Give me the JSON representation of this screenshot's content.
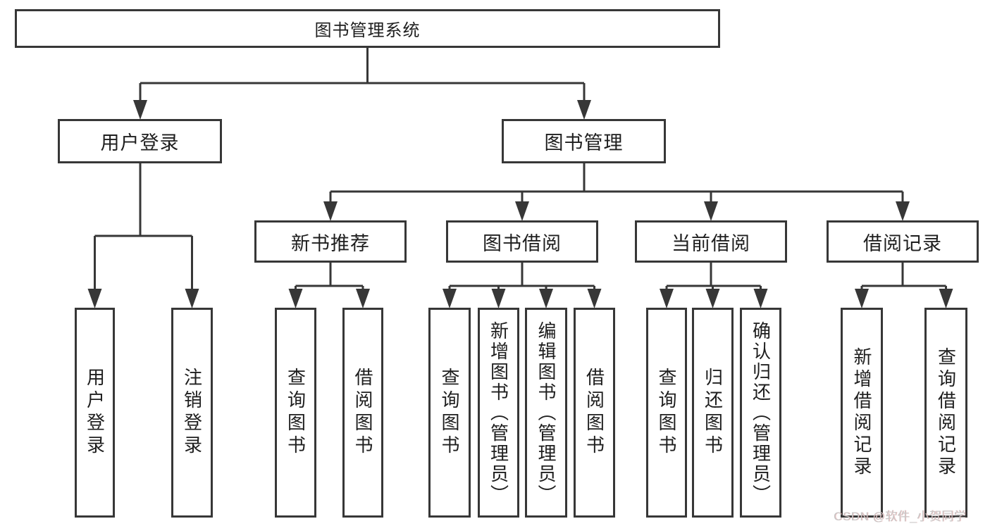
{
  "watermark": {
    "text": "CSDN @软件_小贺同学"
  },
  "colors": {
    "line": "#373737",
    "box_border": "#373737",
    "text": "#1e1e1e",
    "watermark": "#c9c7c7",
    "background": "#ffffff"
  },
  "tree": {
    "root": "图书管理系统",
    "branches": [
      {
        "label": "用户登录",
        "children": [
          "用户登录",
          "注销登录"
        ]
      },
      {
        "label": "图书管理",
        "children": [
          {
            "label": "新书推荐",
            "children": [
              "查询图书",
              "借阅图书"
            ]
          },
          {
            "label": "图书借阅",
            "children": [
              "查询图书",
              "新增图书（管理员）",
              "编辑图书（管理员）",
              "借阅图书"
            ]
          },
          {
            "label": "当前借阅",
            "children": [
              "查询图书",
              "归还图书",
              "确认归还（管理员）"
            ]
          },
          {
            "label": "借阅记录",
            "children": [
              "新增借阅记录",
              "查询借阅记录"
            ]
          }
        ]
      }
    ]
  }
}
